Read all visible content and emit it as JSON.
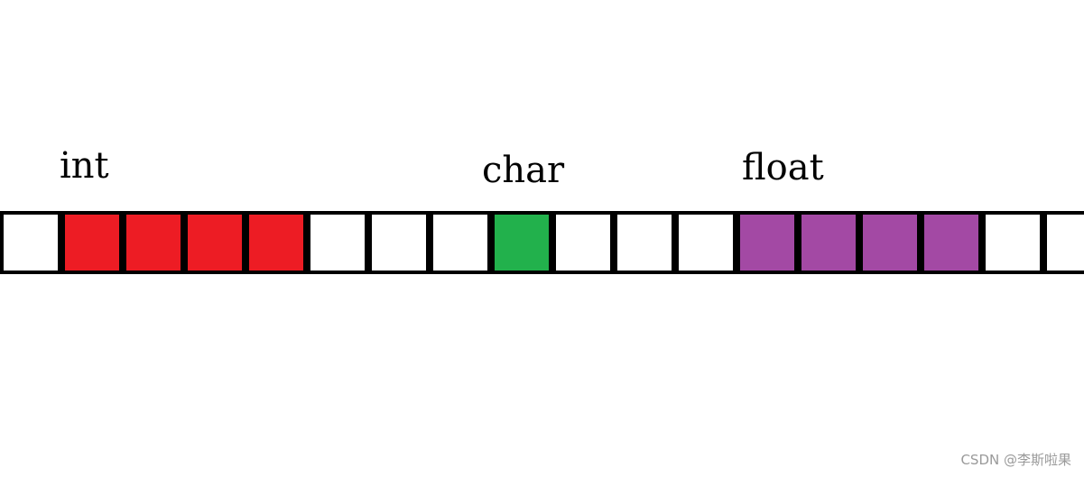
{
  "labels": {
    "int": "int",
    "char": "char",
    "float": "float"
  },
  "colors": {
    "int": "#ED1C24",
    "char": "#22B14C",
    "float": "#A349A4",
    "empty": "#FFFFFF",
    "border": "#000000"
  },
  "memory_cells": [
    "empty",
    "int",
    "int",
    "int",
    "int",
    "empty",
    "empty",
    "empty",
    "char",
    "empty",
    "empty",
    "empty",
    "float",
    "float",
    "float",
    "float",
    "empty",
    "empty"
  ],
  "watermark": "CSDN @李斯啦果"
}
